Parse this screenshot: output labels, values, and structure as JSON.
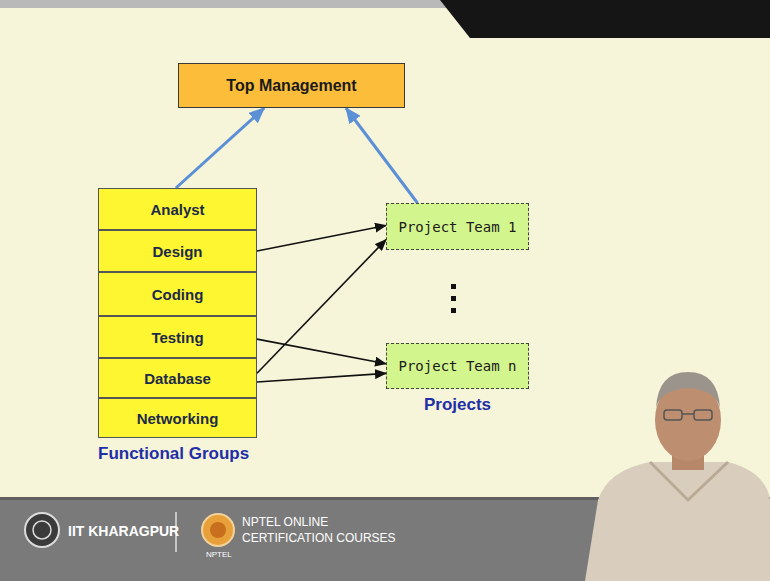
{
  "diagram": {
    "nodes": [
      {
        "text": [
          "Top Management"
        ]
      },
      {
        "text": [
          "Functional Groups"
        ]
      },
      {
        "text": [
          "Analyst"
        ],
        "in": 1
      },
      {
        "text": [
          "Design"
        ],
        "in": 1
      },
      {
        "text": [
          "Coding"
        ],
        "in": 1
      },
      {
        "text": [
          "Testing"
        ],
        "in": 1
      },
      {
        "text": [
          "Database"
        ],
        "in": 1
      },
      {
        "text": [
          "Networking"
        ],
        "in": 1
      },
      {
        "text": [
          "Project Team 1"
        ]
      },
      {
        "text": [
          "Project Team n"
        ]
      }
    ],
    "edges": [
      {
        "from": 1,
        "to": 0,
        "arrow": "to"
      },
      {
        "from": 8,
        "to": 0,
        "arrow": "to"
      },
      {
        "from": 3,
        "to": 8,
        "arrow": "to"
      },
      {
        "from": 6,
        "to": 8,
        "arrow": "to"
      },
      {
        "from": 5,
        "to": 9,
        "arrow": "to"
      },
      {
        "from": 6,
        "to": 9,
        "arrow": "to"
      }
    ],
    "labels": [
      "Projects",
      "IIT KHARAGPUR",
      "NPTEL ONLINE",
      "CERTIFICATION COURSES",
      "NPTEL"
    ]
  }
}
